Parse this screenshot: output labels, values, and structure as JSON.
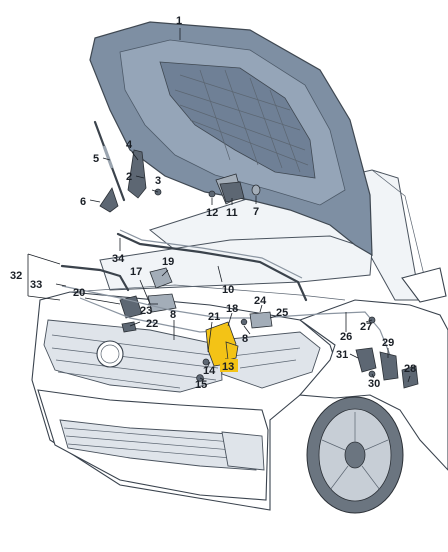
{
  "diagram": {
    "highlight_color": "#f3c316",
    "callouts": [
      {
        "id": "c1",
        "text": "1"
      },
      {
        "id": "c2",
        "text": "2"
      },
      {
        "id": "c3",
        "text": "3"
      },
      {
        "id": "c4",
        "text": "4"
      },
      {
        "id": "c5",
        "text": "5"
      },
      {
        "id": "c6",
        "text": "6"
      },
      {
        "id": "c7",
        "text": "7"
      },
      {
        "id": "c8a",
        "text": "8"
      },
      {
        "id": "c8b",
        "text": "8"
      },
      {
        "id": "c10",
        "text": "10"
      },
      {
        "id": "c11",
        "text": "11"
      },
      {
        "id": "c12",
        "text": "12"
      },
      {
        "id": "c13",
        "text": "13",
        "highlighted": true
      },
      {
        "id": "c14",
        "text": "14"
      },
      {
        "id": "c15",
        "text": "15"
      },
      {
        "id": "c17",
        "text": "17"
      },
      {
        "id": "c18",
        "text": "18"
      },
      {
        "id": "c19",
        "text": "19"
      },
      {
        "id": "c20",
        "text": "20"
      },
      {
        "id": "c21",
        "text": "21"
      },
      {
        "id": "c22",
        "text": "22"
      },
      {
        "id": "c23",
        "text": "23"
      },
      {
        "id": "c24",
        "text": "24"
      },
      {
        "id": "c25",
        "text": "25"
      },
      {
        "id": "c26",
        "text": "26"
      },
      {
        "id": "c27",
        "text": "27"
      },
      {
        "id": "c28",
        "text": "28"
      },
      {
        "id": "c29",
        "text": "29"
      },
      {
        "id": "c30",
        "text": "30"
      },
      {
        "id": "c31",
        "text": "31"
      },
      {
        "id": "c32",
        "text": "32"
      },
      {
        "id": "c33",
        "text": "33"
      },
      {
        "id": "c34",
        "text": "34"
      }
    ]
  }
}
